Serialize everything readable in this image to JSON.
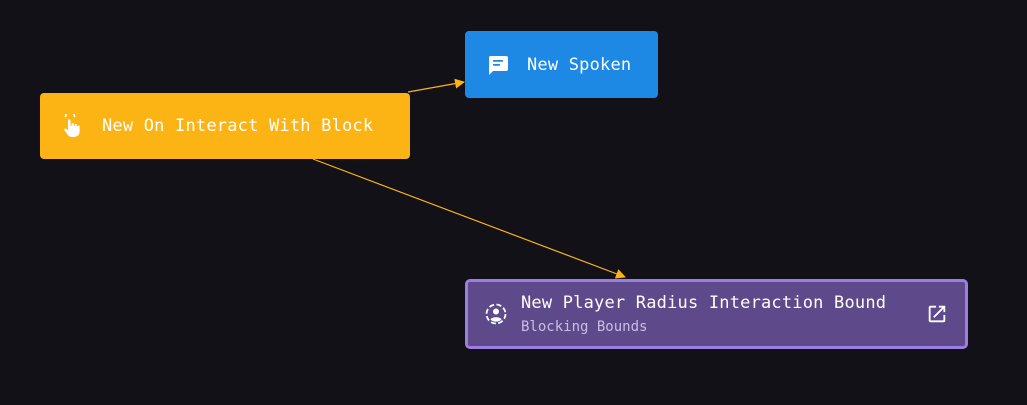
{
  "canvas": {
    "background": "#131118"
  },
  "nodes": {
    "interact": {
      "label": "New On Interact With Block",
      "icon": "touch-hand-icon",
      "color": "#fcb414"
    },
    "spoken": {
      "label": "New Spoken",
      "icon": "chat-bubble-icon",
      "color": "#1e88e5"
    },
    "radius": {
      "label": "New Player Radius Interaction Bound",
      "subtitle": "Blocking Bounds",
      "icon": "player-radius-icon",
      "action_icon": "open-in-new-icon",
      "color": "#5e4a8b",
      "border_color": "#9c7ee0"
    }
  },
  "edges": [
    {
      "from": "interact",
      "to": "spoken",
      "color": "#fcb414"
    },
    {
      "from": "interact",
      "to": "radius",
      "color": "#fcb414"
    }
  ]
}
